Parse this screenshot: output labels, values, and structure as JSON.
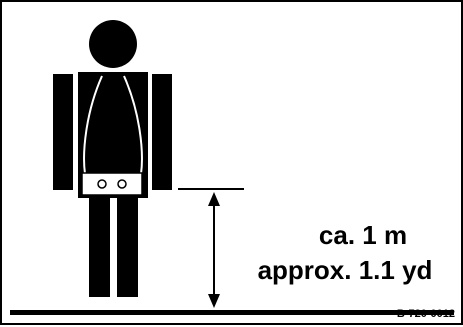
{
  "diagram": {
    "height_label_metric": "ca. 1 m",
    "height_label_imperial": "approx. 1.1 yd",
    "reference_code": "B-720-0012",
    "colors": {
      "ink": "#000000",
      "paper": "#ffffff"
    }
  }
}
